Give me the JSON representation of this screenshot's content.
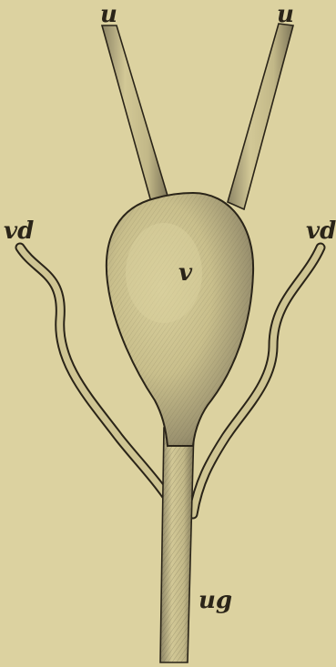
{
  "figure": {
    "labels": {
      "ureter_left": "u",
      "ureter_right": "u",
      "vas_deferens_left": "vd",
      "vas_deferens_right": "vd",
      "bladder": "v",
      "urogenital_canal": "ug"
    },
    "colors": {
      "background": "#dcd2a0",
      "ink": "#2a2418",
      "shade": "#7f775c"
    }
  }
}
